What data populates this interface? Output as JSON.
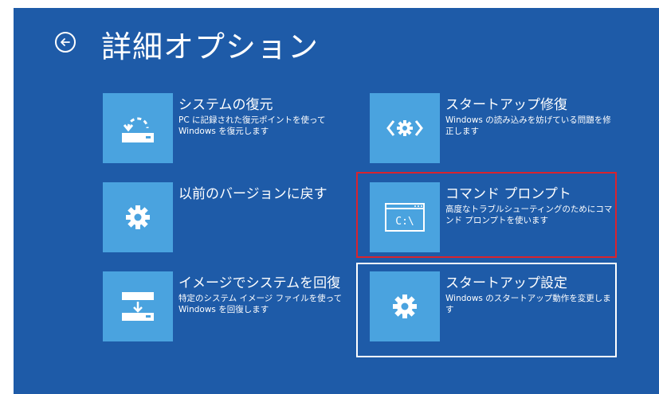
{
  "header": {
    "title": "詳細オプション"
  },
  "tiles": [
    {
      "title": "システムの復元",
      "description": "PC に記録された復元ポイントを使って Windows を復元します",
      "icon": "system-restore-icon"
    },
    {
      "title": "以前のバージョンに戻す",
      "description": "",
      "icon": "gear-icon"
    },
    {
      "title": "イメージでシステムを回復",
      "description": "特定のシステム イメージ ファイルを使って Windows を回復します",
      "icon": "system-image-icon"
    },
    {
      "title": "スタートアップ修復",
      "description": "Windows の読み込みを妨げている問題を修正します",
      "icon": "startup-repair-icon"
    },
    {
      "title": "コマンド プロンプト",
      "description": "高度なトラブルシューティングのためにコマンド プロンプトを使います",
      "icon": "command-prompt-icon",
      "icon_text": "C:\\"
    },
    {
      "title": "スタートアップ設定",
      "description": "Windows のスタートアップ動作を変更します",
      "icon": "gear-icon"
    }
  ],
  "colors": {
    "background": "#1e5ba8",
    "tile": "#4aa3df",
    "highlight": "#d9232d",
    "focus": "#ffffff"
  }
}
